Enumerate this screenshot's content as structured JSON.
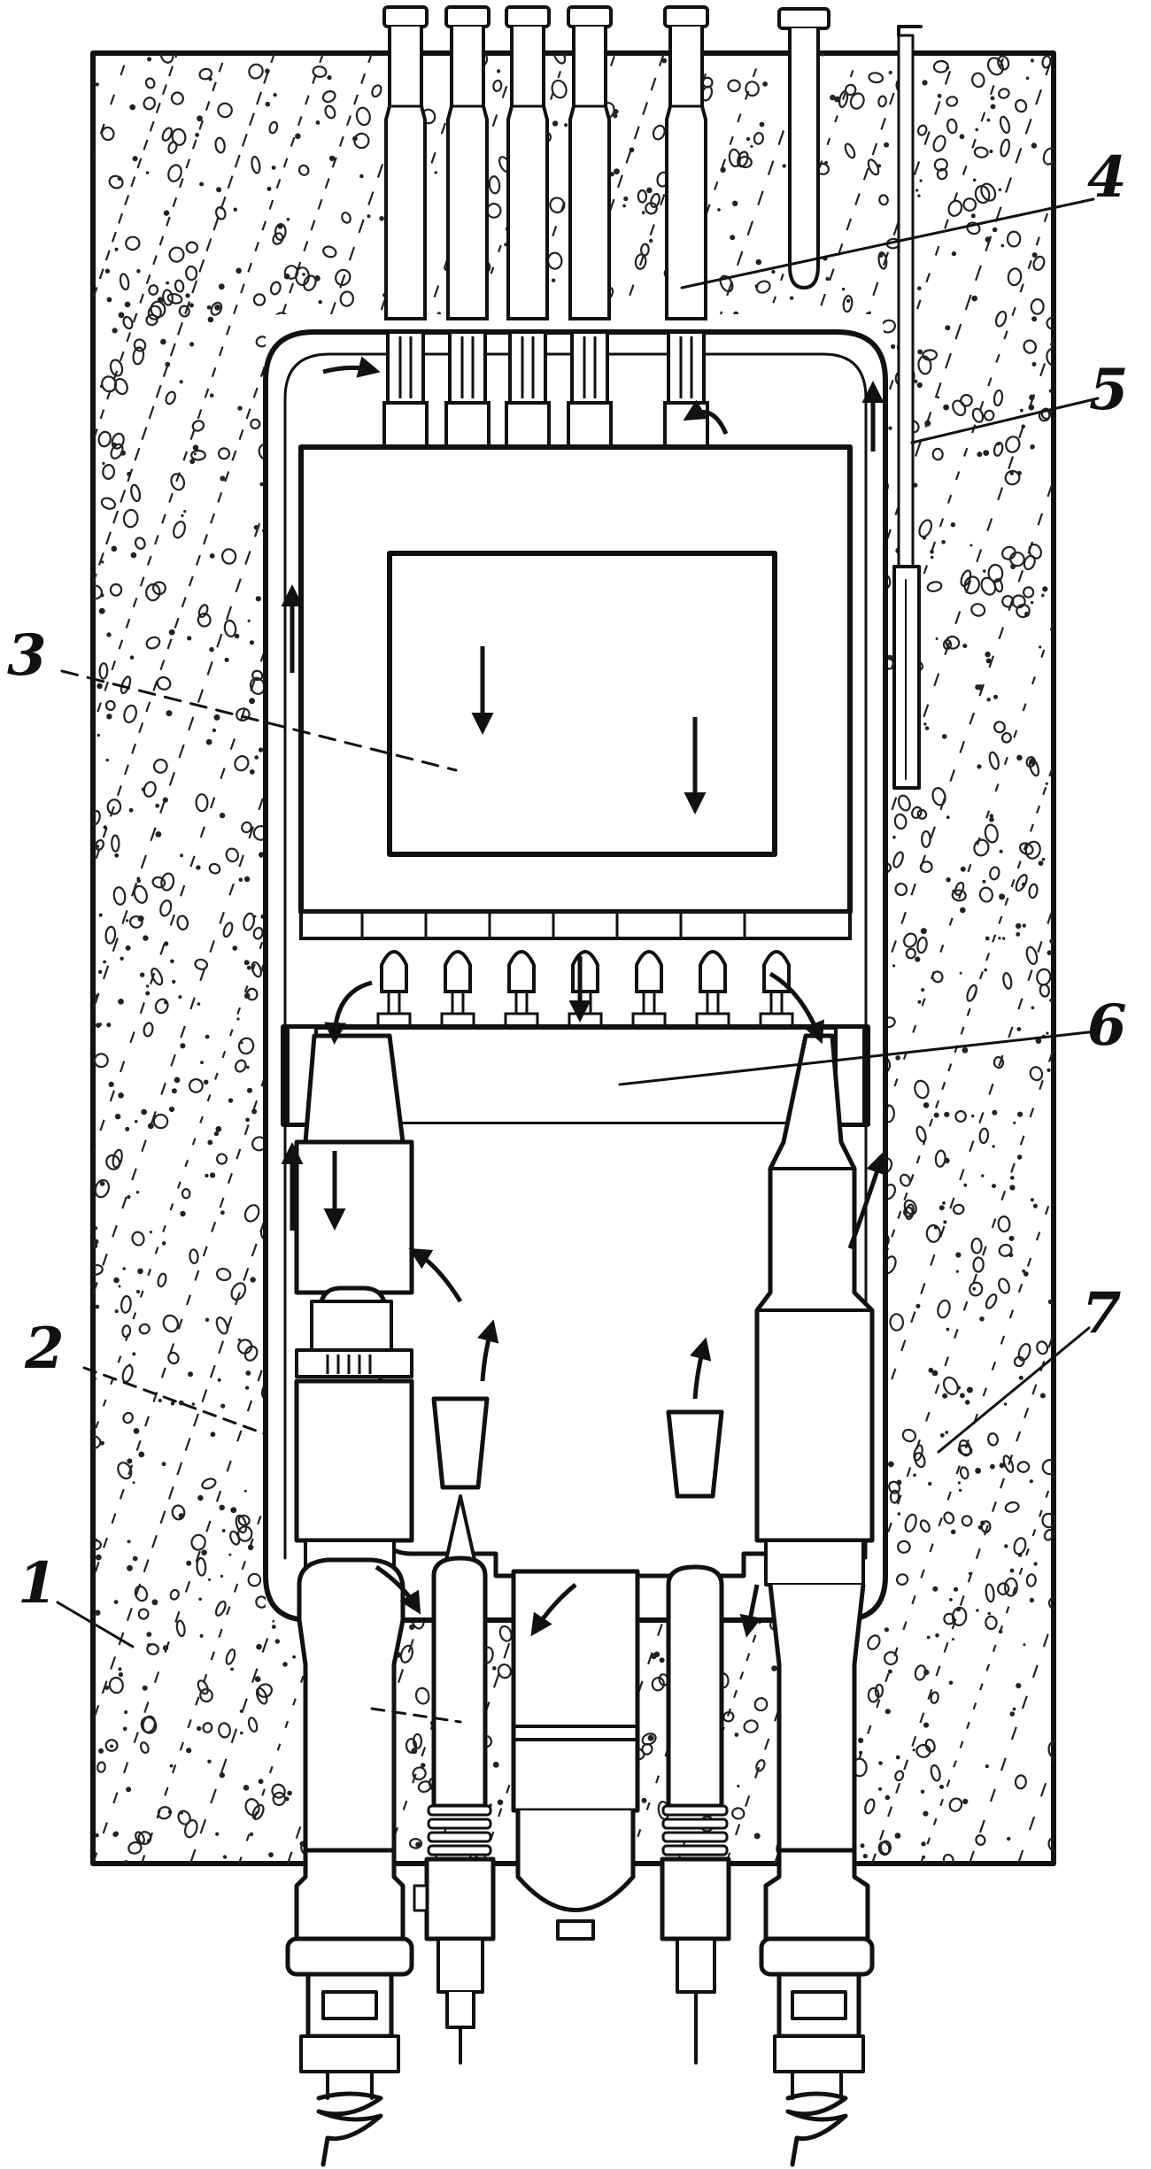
{
  "colors": {
    "ink": "#111111",
    "paper": "#ffffff",
    "concrete_speckle": "#222222"
  },
  "callouts": [
    {
      "id": "1",
      "text": "1"
    },
    {
      "id": "2",
      "text": "2"
    },
    {
      "id": "3",
      "text": "3"
    },
    {
      "id": "4",
      "text": "4"
    },
    {
      "id": "5",
      "text": "5"
    },
    {
      "id": "6",
      "text": "6"
    },
    {
      "id": "7",
      "text": "7"
    }
  ]
}
